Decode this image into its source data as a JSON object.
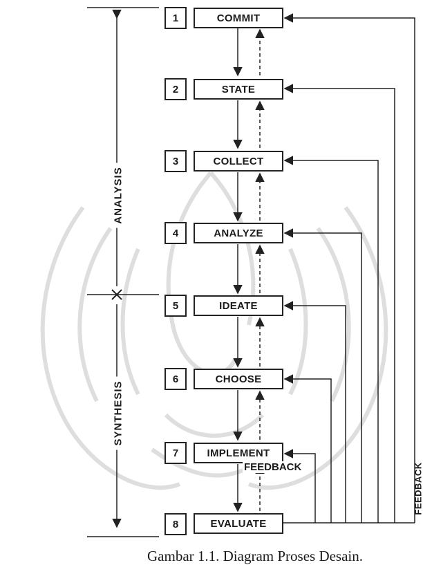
{
  "diagram": {
    "steps": [
      {
        "num": "1",
        "label": "COMMIT"
      },
      {
        "num": "2",
        "label": "STATE"
      },
      {
        "num": "3",
        "label": "COLLECT"
      },
      {
        "num": "4",
        "label": "ANALYZE"
      },
      {
        "num": "5",
        "label": "IDEATE"
      },
      {
        "num": "6",
        "label": "CHOOSE"
      },
      {
        "num": "7",
        "label": "IMPLEMENT"
      },
      {
        "num": "8",
        "label": "EVALUATE"
      }
    ],
    "phase_labels": {
      "analysis": "ANALYSIS",
      "synthesis": "SYNTHESIS"
    },
    "feedback_inner": "FEEDBACK",
    "feedback_side": "FEEDBACK"
  },
  "caption": "Gambar 1.1. Diagram Proses Desain."
}
